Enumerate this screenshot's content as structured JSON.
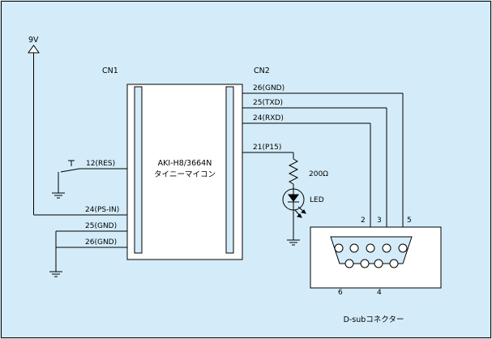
{
  "power": {
    "label": "9V"
  },
  "connectors": {
    "cn1": "CN1",
    "cn2": "CN2"
  },
  "mcu": {
    "line1": "AKI-H8/3664N",
    "line2": "タイニーマイコン"
  },
  "cn1_pins": {
    "res": "12(RES)",
    "ps_in": "24(PS-IN)",
    "gnd25": "25(GND)",
    "gnd26": "26(GND)"
  },
  "cn2_pins": {
    "gnd": "26(GND)",
    "txd": "25(TXD)",
    "rxd": "24(RXD)",
    "p15": "21(P15)"
  },
  "resistor": {
    "value": "200Ω"
  },
  "led": {
    "label": "LED"
  },
  "dsub": {
    "title": "D-subコネクター",
    "pin2": "2",
    "pin3": "3",
    "pin5": "5",
    "pin6": "6",
    "pin4": "4"
  },
  "colors": {
    "background": "#d4ecf9",
    "panel": "#ffffff",
    "line": "#000000"
  }
}
